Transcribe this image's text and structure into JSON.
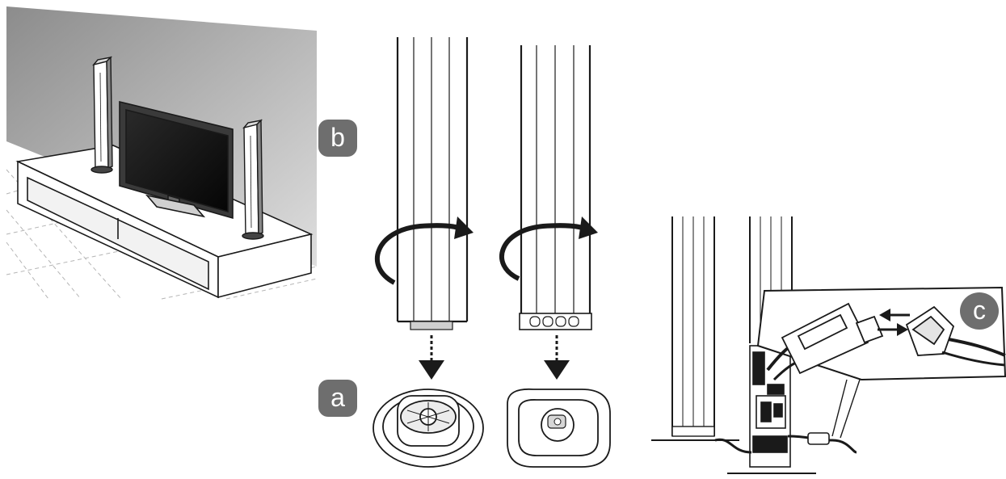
{
  "labels": {
    "a": "a",
    "b": "b",
    "c": "c"
  },
  "colors": {
    "badge": "#6e6e6e",
    "line": "#1a1a1a",
    "wall_dark": "#8a8a8a",
    "wall_light": "#dcdcdc"
  },
  "icons": [
    "rotate-arrow-icon",
    "down-arrow-icon",
    "connector-arrow-icon"
  ]
}
